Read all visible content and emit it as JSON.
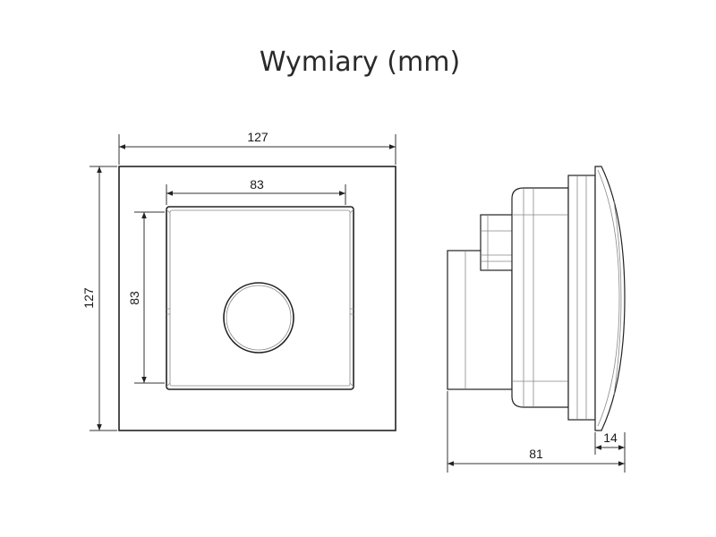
{
  "title": "Wymiary (mm)",
  "front_view": {
    "frame_width": "127",
    "frame_height": "127",
    "insert_width": "83",
    "insert_height": "83"
  },
  "side_view": {
    "total_depth": "81",
    "front_depth": "14"
  }
}
